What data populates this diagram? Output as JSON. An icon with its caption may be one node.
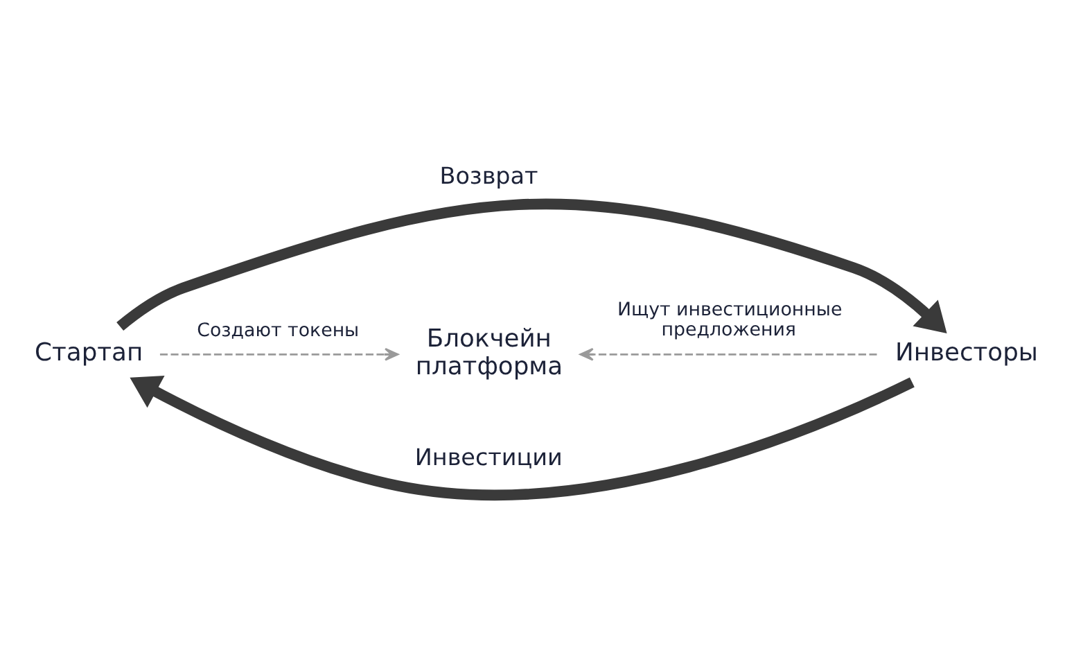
{
  "diagram": {
    "nodes": [
      {
        "text": [
          "Стартап"
        ]
      },
      {
        "text": [
          "Блокчейн платформа"
        ]
      },
      {
        "text": [
          "Инвесторы"
        ]
      }
    ],
    "edges": [
      {
        "from": 0,
        "to": 2,
        "arrow": "to",
        "label": "Возврат",
        "style": "thick"
      },
      {
        "from": 0,
        "to": 1,
        "arrow": "to",
        "label": "Создают токены",
        "style": "dashed",
        "color": "#9a9a9a"
      },
      {
        "from": 2,
        "to": 1,
        "arrow": "to",
        "label": "Ищут инвестиционные предложения",
        "style": "dashed",
        "color": "#9a9a9a"
      },
      {
        "from": 2,
        "to": 0,
        "arrow": "to",
        "label": "Инвестиции",
        "style": "thick"
      }
    ]
  }
}
